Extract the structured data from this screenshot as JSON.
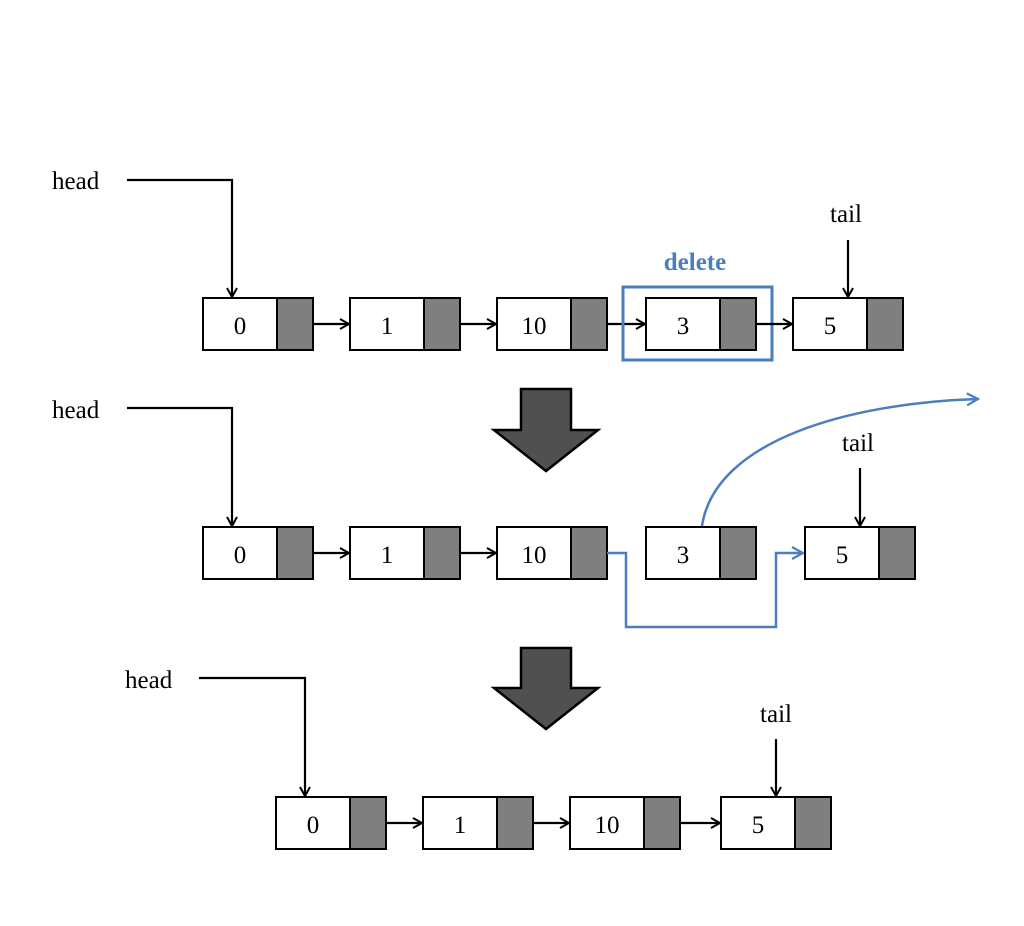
{
  "labels": {
    "head": "head",
    "tail": "tail",
    "delete": "delete"
  },
  "colors": {
    "highlight": "#4a7ebf",
    "pointer_cell": "#7f7f7f",
    "step_arrow": "#505050"
  },
  "rows": [
    {
      "nodes": [
        "0",
        "1",
        "10",
        "3",
        "5"
      ]
    },
    {
      "nodes": [
        "0",
        "1",
        "10",
        "3",
        "5"
      ]
    },
    {
      "nodes": [
        "0",
        "1",
        "10",
        "5"
      ]
    }
  ]
}
